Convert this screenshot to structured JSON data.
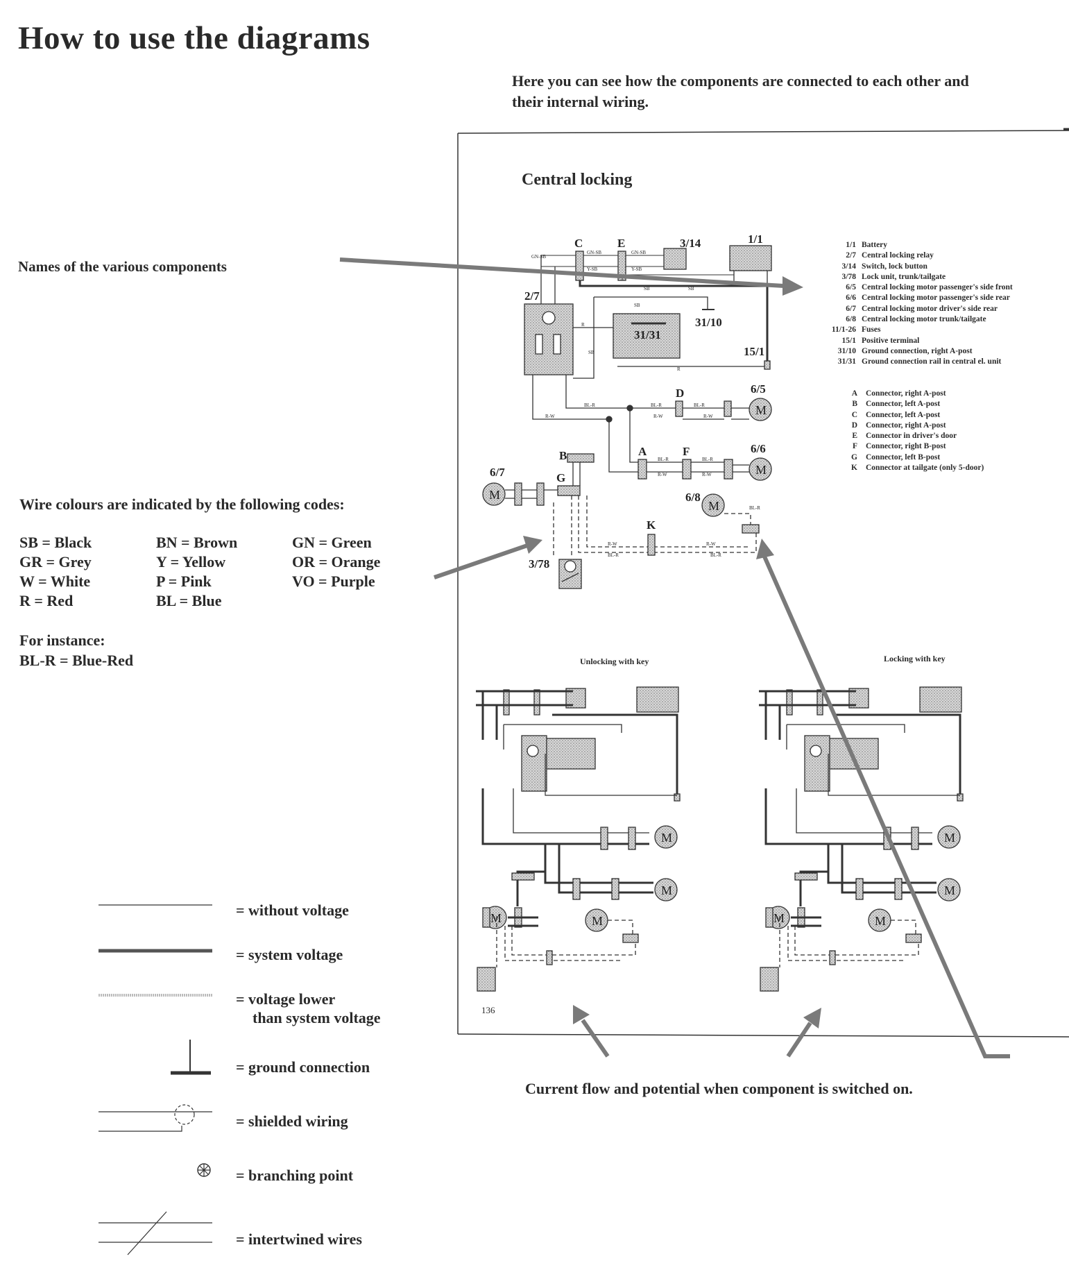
{
  "page": {
    "title": "How to use the diagrams",
    "intro": "Here you can see how the components are connected to each other and their internal wiring.",
    "names_label": "Names of the various components",
    "codes_heading": "Wire colours are indicated by the following codes:",
    "codes": [
      [
        "SB = Black",
        "GR = Grey",
        "W = White",
        "R = Red"
      ],
      [
        "BN = Brown",
        "Y = Yellow",
        "P = Pink",
        "BL = Blue"
      ],
      [
        "GN = Green",
        "OR = Orange",
        "VO = Purple"
      ]
    ],
    "instance_label": "For instance:",
    "instance_example": "BL-R = Blue-Red",
    "legend": [
      {
        "symbol": "thin-line",
        "text": "= without voltage"
      },
      {
        "symbol": "thick-line",
        "text": "= system voltage"
      },
      {
        "symbol": "dotted-line",
        "text": "= voltage lower"
      },
      {
        "symbol": "ground",
        "text": "= ground connection"
      },
      {
        "symbol": "shielded",
        "text": "= shielded wiring"
      },
      {
        "symbol": "branch",
        "text": "= branching point"
      },
      {
        "symbol": "intertwined",
        "text": "= intertwined wires"
      }
    ],
    "legend_low_voltage_line2": "than system voltage",
    "caption": "Current flow and potential when component is switched on."
  },
  "diagram": {
    "title": "Central locking",
    "page_number": "136",
    "components": [
      {
        "code": "1/1",
        "name": "Battery"
      },
      {
        "code": "2/7",
        "name": "Central locking relay"
      },
      {
        "code": "3/14",
        "name": "Switch, lock button"
      },
      {
        "code": "3/78",
        "name": "Lock unit, trunk/tailgate"
      },
      {
        "code": "6/5",
        "name": "Central locking motor passenger's side front"
      },
      {
        "code": "6/6",
        "name": "Central locking motor passenger's side rear"
      },
      {
        "code": "6/7",
        "name": "Central locking motor driver's side rear"
      },
      {
        "code": "6/8",
        "name": "Central locking motor trunk/tailgate"
      },
      {
        "code": "11/1-26",
        "name": "Fuses"
      },
      {
        "code": "15/1",
        "name": "Positive terminal"
      },
      {
        "code": "31/10",
        "name": "Ground connection, right A-post"
      },
      {
        "code": "31/31",
        "name": "Ground connection rail in central el. unit"
      }
    ],
    "connectors": [
      {
        "code": "A",
        "name": "Connector, right A-post"
      },
      {
        "code": "B",
        "name": "Connector, left A-post"
      },
      {
        "code": "C",
        "name": "Connector, left A-post"
      },
      {
        "code": "D",
        "name": "Connector, right A-post"
      },
      {
        "code": "E",
        "name": "Connector in driver's door"
      },
      {
        "code": "F",
        "name": "Connector, right B-post"
      },
      {
        "code": "G",
        "name": "Connector, left B-post"
      },
      {
        "code": "K",
        "name": "Connector at tailgate (only 5-door)"
      }
    ],
    "labels": {
      "c": "C",
      "e": "E",
      "s314": "3/14",
      "s11": "1/1",
      "s27": "2/7",
      "s3131": "31/31",
      "s3110": "31/10",
      "s151": "15/1",
      "d": "D",
      "s65": "6/5",
      "s66": "6/6",
      "s67": "6/7",
      "b": "B",
      "a": "A",
      "f": "F",
      "g": "G",
      "s68": "6/8",
      "k": "K",
      "s378": "3/78",
      "m": "M"
    },
    "wire_labels": {
      "gnsb": "GN-SB",
      "ysb": "Y-SB",
      "sb": "SB",
      "blr": "BL-R",
      "rw": "R-W",
      "r": "R"
    },
    "sub_diagrams": [
      "Unlocking with key",
      "Locking with key"
    ]
  }
}
